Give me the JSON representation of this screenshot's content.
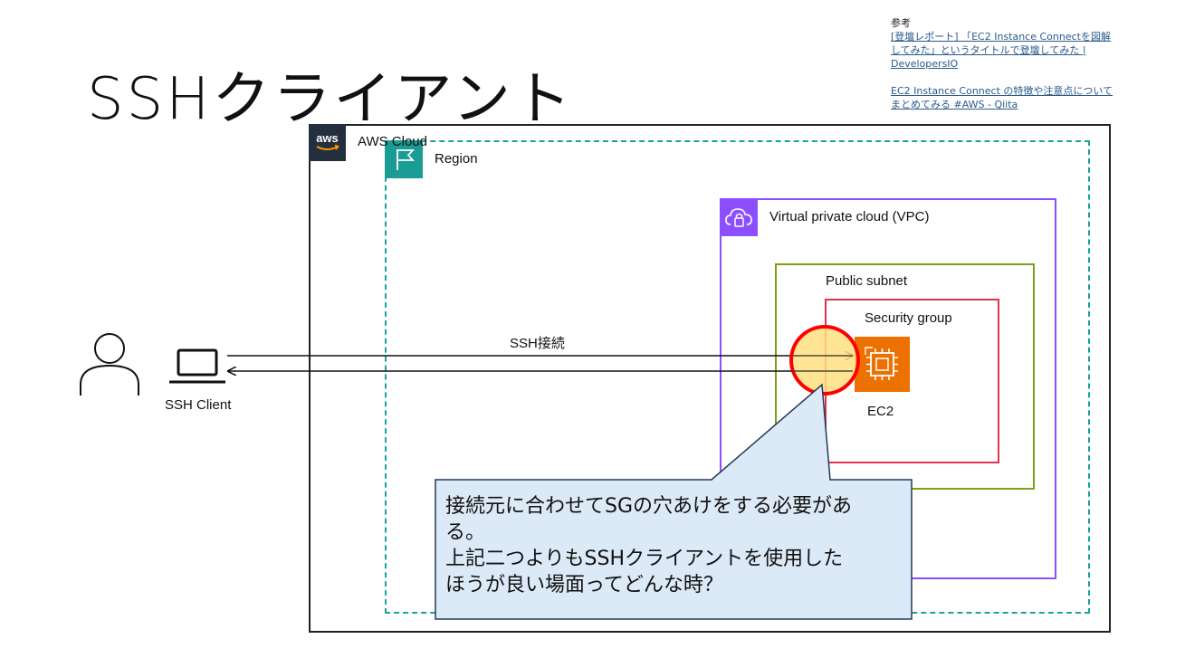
{
  "title": "SSHクライアント",
  "references": {
    "heading": "参考",
    "links": [
      [
        "[登壇レポート] 「EC2 Instance Connectを図解",
        "してみた」というタイトルで登壇してみた |",
        "DevelopersIO"
      ],
      [
        "EC2 Instance Connect の特徴や注意点について",
        "まとめてみる #AWS - Qiita"
      ]
    ]
  },
  "diagram": {
    "aws_cloud_label": "AWS Cloud",
    "region_label": "Region",
    "vpc_label": "Virtual private cloud (VPC)",
    "subnet_label": "Public subnet",
    "security_group_label": "Security group",
    "ec2_label": "EC2",
    "client_label": "SSH Client",
    "connection_label": "SSH接続"
  },
  "callout": {
    "lines": [
      "接続元に合わせてSGの穴あけをする必要があ",
      "る。",
      "上記二つよりもSSHクライアントを使用した",
      "ほうが良い場面ってどんな時？"
    ]
  },
  "colors": {
    "aws_cloud": "#232f3e",
    "region": "#1aa39b",
    "vpc": "#8c4fff",
    "subnet": "#7aa116",
    "security_group": "#dd344c",
    "ec2": "#ed7100",
    "highlight_fill": "#ffe080",
    "highlight_stroke": "#ff0000",
    "callout_fill": "#dce9f6",
    "callout_stroke": "#1f3a5a"
  },
  "icons": [
    "aws-logo-icon",
    "region-flag-icon",
    "vpc-cloud-icon",
    "ec2-chip-icon",
    "user-icon",
    "laptop-icon"
  ]
}
